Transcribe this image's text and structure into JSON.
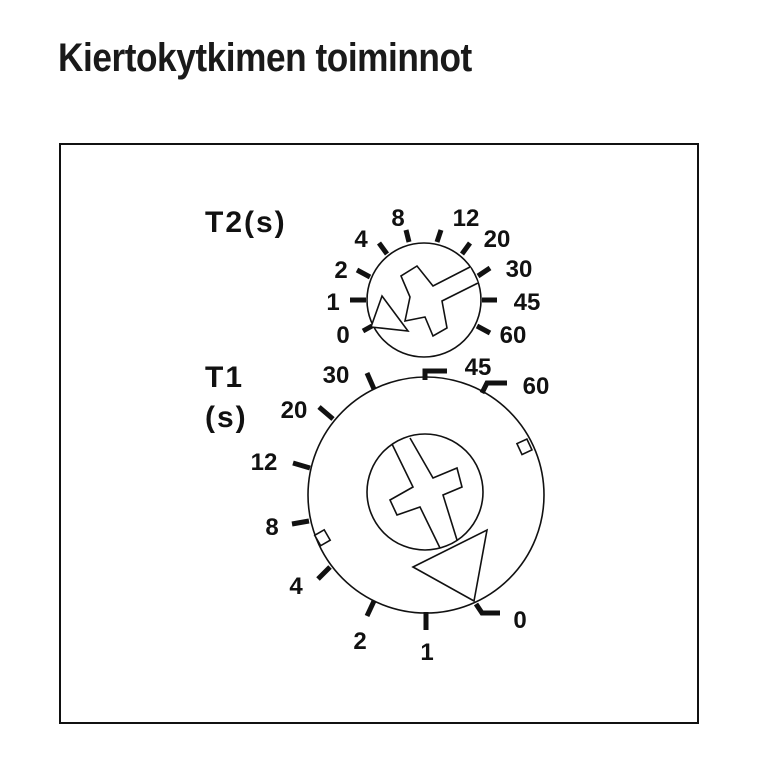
{
  "title": "Kiertokytkimen toiminnot",
  "t2": {
    "label": "T2(s)",
    "ticks": [
      "0",
      "1",
      "2",
      "4",
      "8",
      "12",
      "20",
      "30",
      "45",
      "60"
    ]
  },
  "t1": {
    "label_line1": "T1",
    "label_line2": "(s)",
    "ticks": [
      "0",
      "1",
      "2",
      "4",
      "8",
      "12",
      "20",
      "30",
      "45",
      "60"
    ]
  }
}
